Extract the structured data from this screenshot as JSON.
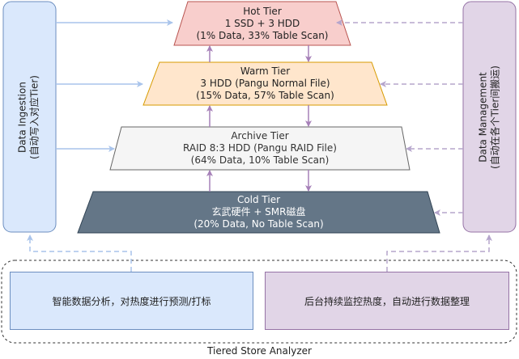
{
  "tiers": {
    "hot": {
      "title": "Hot Tier",
      "detail": "1 SSD + 3 HDD",
      "stats": "(1% Data, 33% Table Scan)",
      "fill": "#f8cecc",
      "stroke": "#b85450"
    },
    "warm": {
      "title": "Warm Tier",
      "detail": "3 HDD (Pangu Normal File)",
      "stats": "(15% Data, 57% Table Scan)",
      "fill": "#ffe6cc",
      "stroke": "#d79b00"
    },
    "archive": {
      "title": "Archive Tier",
      "detail": "RAID 8:3 HDD (Pangu RAID File)",
      "stats": "(64% Data, 10% Table Scan)",
      "fill": "#f5f5f5",
      "stroke": "#666666"
    },
    "cold": {
      "title": "Cold Tier",
      "detail": "玄武硬件 + SMR磁盘",
      "stats": "(20% Data, No Table Scan)",
      "fill": "#647687",
      "stroke": "#314354",
      "text_color": "#ffffff"
    }
  },
  "ingestion": {
    "title": "Data Ingestion",
    "subtitle": "(自动写入对应Tier)",
    "fill": "#dae8fc",
    "stroke": "#6c8ebf"
  },
  "management": {
    "title": "Data Management",
    "subtitle": "(自动在各个Tier间搬运)",
    "fill": "#e1d5e7",
    "stroke": "#9673a6"
  },
  "analyzer": {
    "name": "Tiered Store Analyzer",
    "left_box": "智能数据分析，对热度进行预测/打标",
    "right_box": "后台持续监控热度，自动进行数据整理"
  },
  "colors": {
    "solid_arrow": "#a9c4eb",
    "dashed_arrow": "#b5a5cc",
    "tier_link": "#a680b8"
  }
}
